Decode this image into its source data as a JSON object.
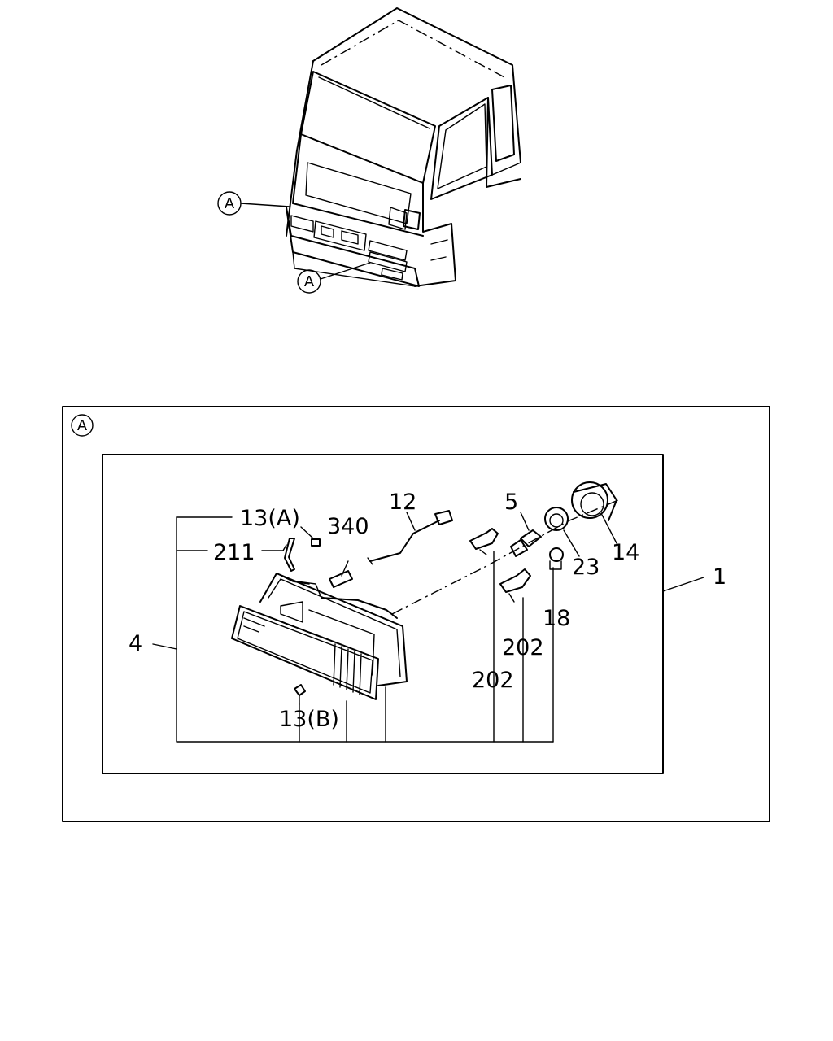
{
  "callouts": {
    "view_marker_upper": "A",
    "view_marker_lower": "A",
    "detail_marker": "A"
  },
  "parts": {
    "p13a": "13(A)",
    "p211": "211",
    "p340": "340",
    "p12": "12",
    "p5": "5",
    "p14": "14",
    "p23": "23",
    "p1": "1",
    "p4": "4",
    "p18": "18",
    "p202_a": "202",
    "p202_b": "202",
    "p13b": "13(B)"
  }
}
